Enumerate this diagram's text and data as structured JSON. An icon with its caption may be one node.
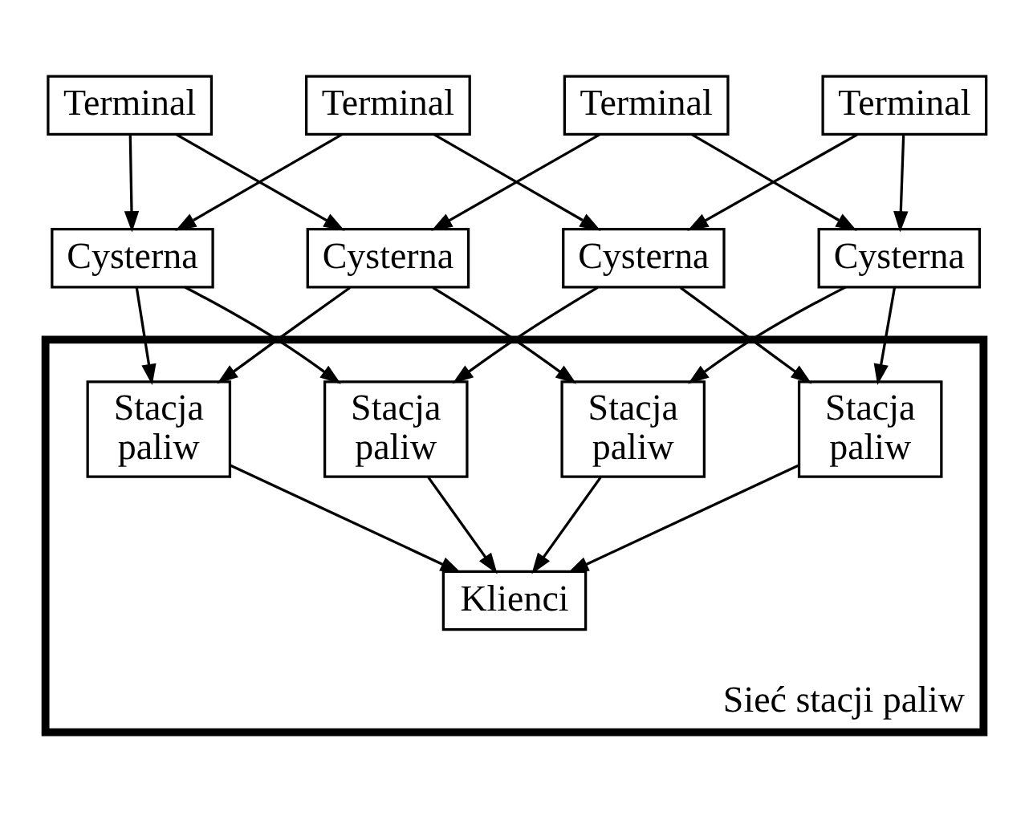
{
  "diagram": {
    "nodes": [
      {
        "text": [
          "Terminal"
        ]
      },
      {
        "text": [
          "Terminal"
        ]
      },
      {
        "text": [
          "Cysterna"
        ]
      },
      {
        "text": [
          "Sieć stacji paliw"
        ]
      },
      {
        "text": [
          "Stacja paliw"
        ],
        "in": 3
      },
      {
        "text": [
          "Stacja paliw"
        ],
        "in": 3
      },
      {
        "text": [
          "Cysterna"
        ]
      },
      {
        "text": [
          "Klienci"
        ],
        "in": 3
      },
      {
        "text": [
          "Cysterna"
        ]
      },
      {
        "text": [
          "Stacja paliw"
        ],
        "in": 3
      },
      {
        "text": [
          "Stacja paliw"
        ],
        "in": 3
      },
      {
        "text": [
          "Cysterna"
        ]
      },
      {
        "text": [
          "Terminal"
        ]
      },
      {
        "text": [
          "Terminal"
        ]
      }
    ],
    "edges": [
      {
        "from": 0,
        "to": 2,
        "arrow": "to"
      },
      {
        "from": 1,
        "to": 2,
        "arrow": "to"
      },
      {
        "from": 0,
        "to": 6,
        "arrow": "to"
      },
      {
        "from": 1,
        "to": 8,
        "arrow": "to"
      },
      {
        "from": 12,
        "to": 6,
        "arrow": "to"
      },
      {
        "from": 13,
        "to": 8,
        "arrow": "to"
      },
      {
        "from": 12,
        "to": 11,
        "arrow": "to"
      },
      {
        "from": 13,
        "to": 11,
        "arrow": "to"
      },
      {
        "from": 2,
        "to": 4,
        "arrow": "to"
      },
      {
        "from": 2,
        "to": 5,
        "arrow": "to"
      },
      {
        "from": 6,
        "to": 4,
        "arrow": "to"
      },
      {
        "from": 6,
        "to": 9,
        "arrow": "to"
      },
      {
        "from": 8,
        "to": 5,
        "arrow": "to"
      },
      {
        "from": 8,
        "to": 10,
        "arrow": "to"
      },
      {
        "from": 11,
        "to": 9,
        "arrow": "to"
      },
      {
        "from": 11,
        "to": 10,
        "arrow": "to"
      },
      {
        "from": 4,
        "to": 7,
        "arrow": "to"
      },
      {
        "from": 5,
        "to": 7,
        "arrow": "to"
      },
      {
        "from": 9,
        "to": 7,
        "arrow": "to"
      },
      {
        "from": 10,
        "to": 7,
        "arrow": "to"
      }
    ]
  }
}
